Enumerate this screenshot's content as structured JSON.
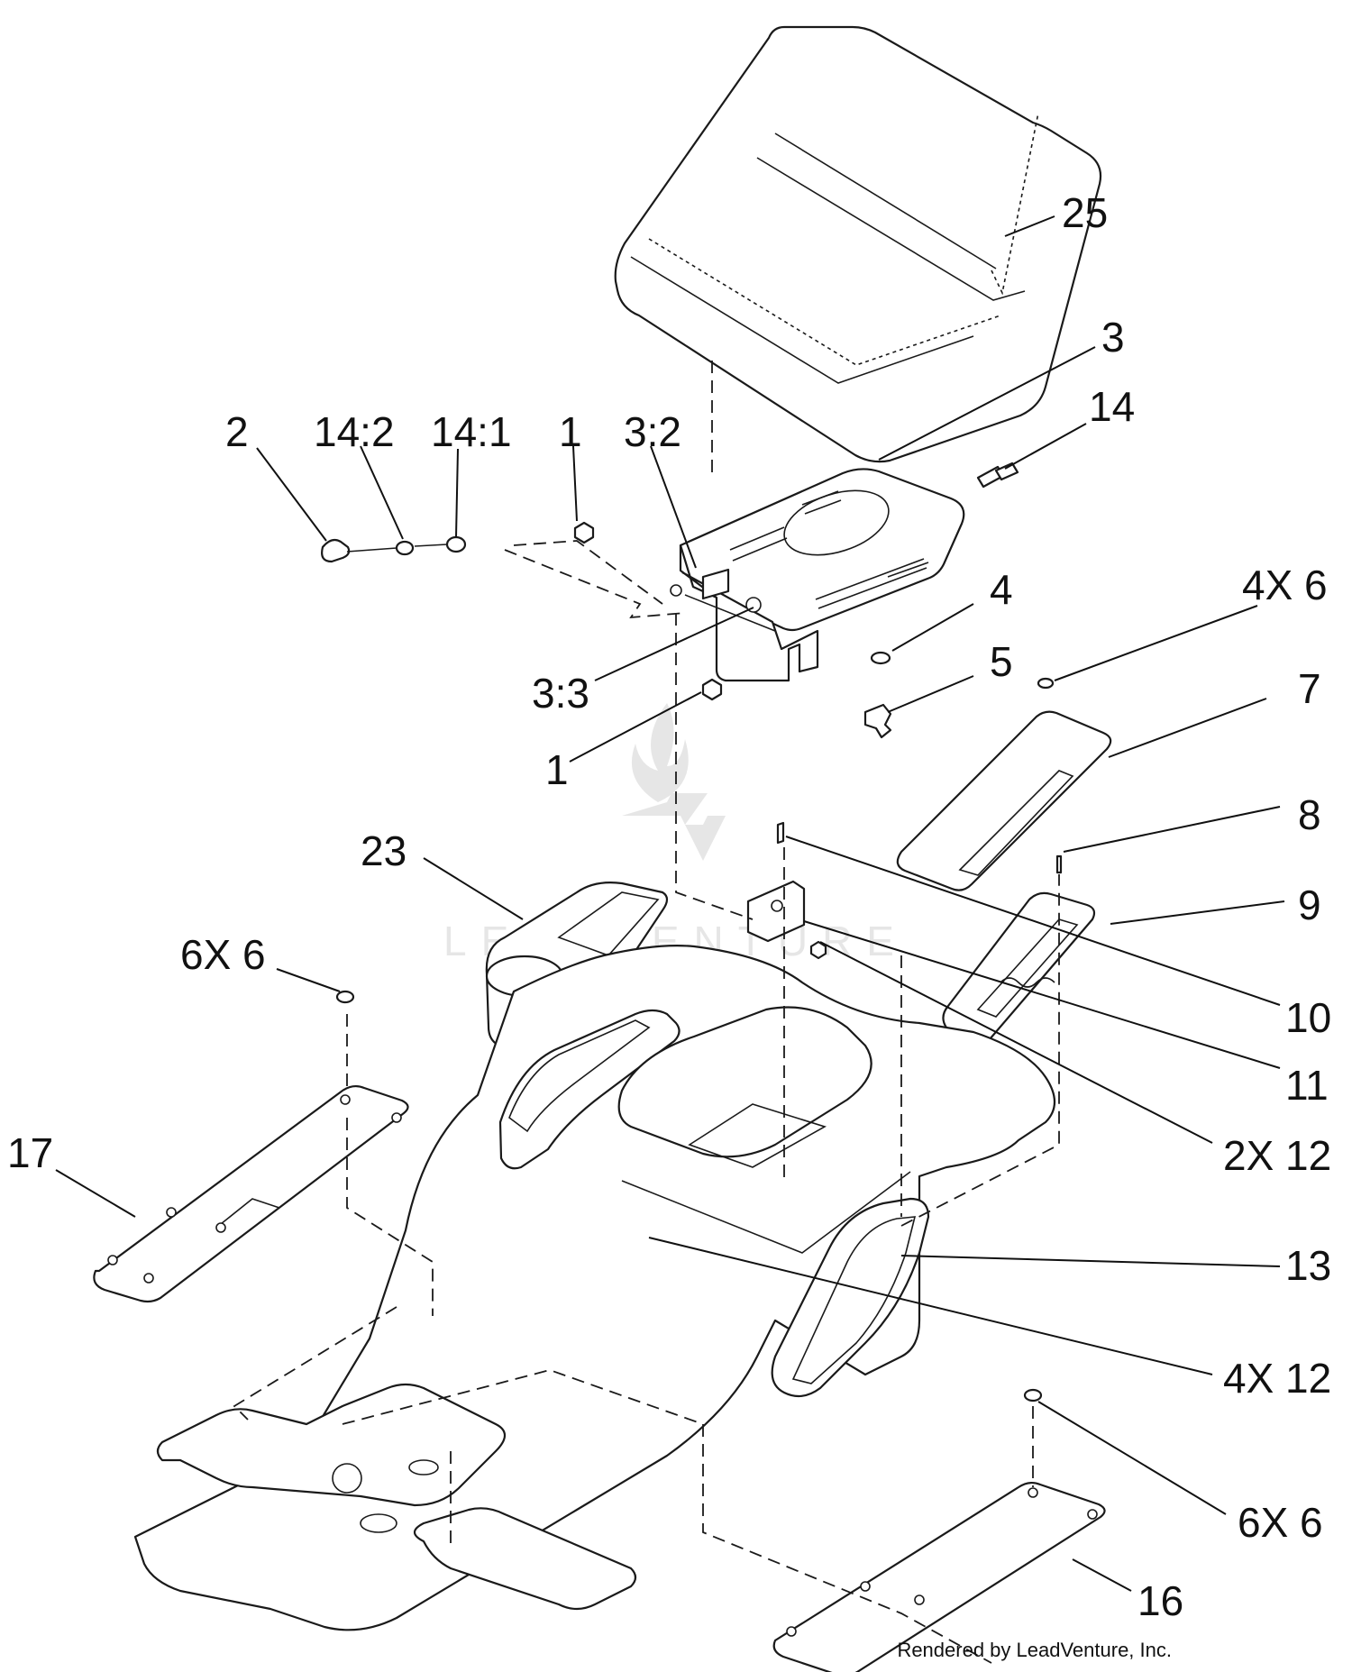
{
  "callouts": {
    "c25": "25",
    "c3": "3",
    "c14": "14",
    "c2": "2",
    "c14_2": "14:2",
    "c14_1": "14:1",
    "c1_top": "1",
    "c3_2": "3:2",
    "c3_3": "3:3",
    "c1_bottom": "1",
    "c4": "4",
    "c5": "5",
    "c4x6": "4X 6",
    "c7": "7",
    "c8": "8",
    "c9": "9",
    "c10": "10",
    "c11": "11",
    "c2x12": "2X 12",
    "c13": "13",
    "c4x12": "4X 12",
    "c23": "23",
    "c6x6_left": "6X 6",
    "c17": "17",
    "c6x6_right": "6X 6",
    "c16": "16"
  },
  "watermark": "LEADVENTURE",
  "credit": "Rendered by LeadVenture, Inc."
}
